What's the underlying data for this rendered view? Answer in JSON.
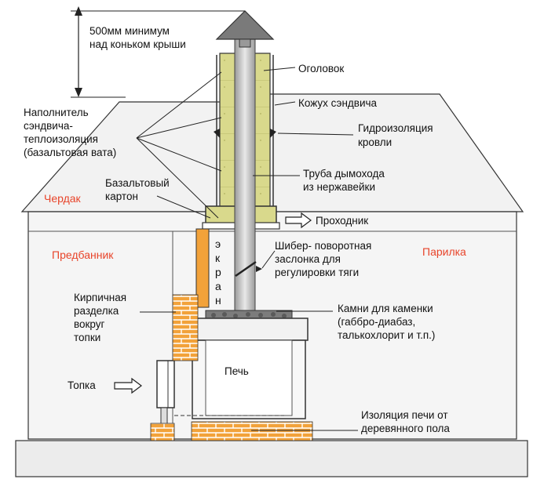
{
  "labels": {
    "height_note": [
      "500мм минимум",
      "над коньком крыши"
    ],
    "filler": [
      "Наполнитель",
      "сэндвича-",
      "теплоизоляция",
      "(базальтовая вата)"
    ],
    "cap": "Оголовок",
    "sandwich_casing": "Кожух сэндвича",
    "waterproofing": [
      "Гидроизоляция",
      "кровли"
    ],
    "flue_pipe": [
      "Труба дымохода",
      "из нержавейки"
    ],
    "basalt_board": [
      "Базальтовый",
      "картон"
    ],
    "passage": "Проходник",
    "damper": [
      "Шибер- поворотная",
      "заслонка для",
      "регулировки тяги"
    ],
    "brick_barrier": [
      "Кирпичная",
      "разделка",
      "вокруг",
      "топки"
    ],
    "stones": [
      "Камни для каменки",
      "(габбро-диабаз,",
      "талькохлорит и т.п.)"
    ],
    "firebox": "Топка",
    "stove": "Печь",
    "floor_insulation": [
      "Изоляция печи от",
      "деревянного пола"
    ],
    "screen_letters": [
      "э",
      "к",
      "р",
      "а",
      "н"
    ]
  },
  "rooms": {
    "attic": "Чердак",
    "dressing_room": "Предбанник",
    "steam_room": "Парилка"
  },
  "colors": {
    "room_label": "#e8442a",
    "insulation": "#d9d98c",
    "brick": "#f2a23a",
    "outline": "#333333",
    "pipe": "#c9c9c9"
  }
}
